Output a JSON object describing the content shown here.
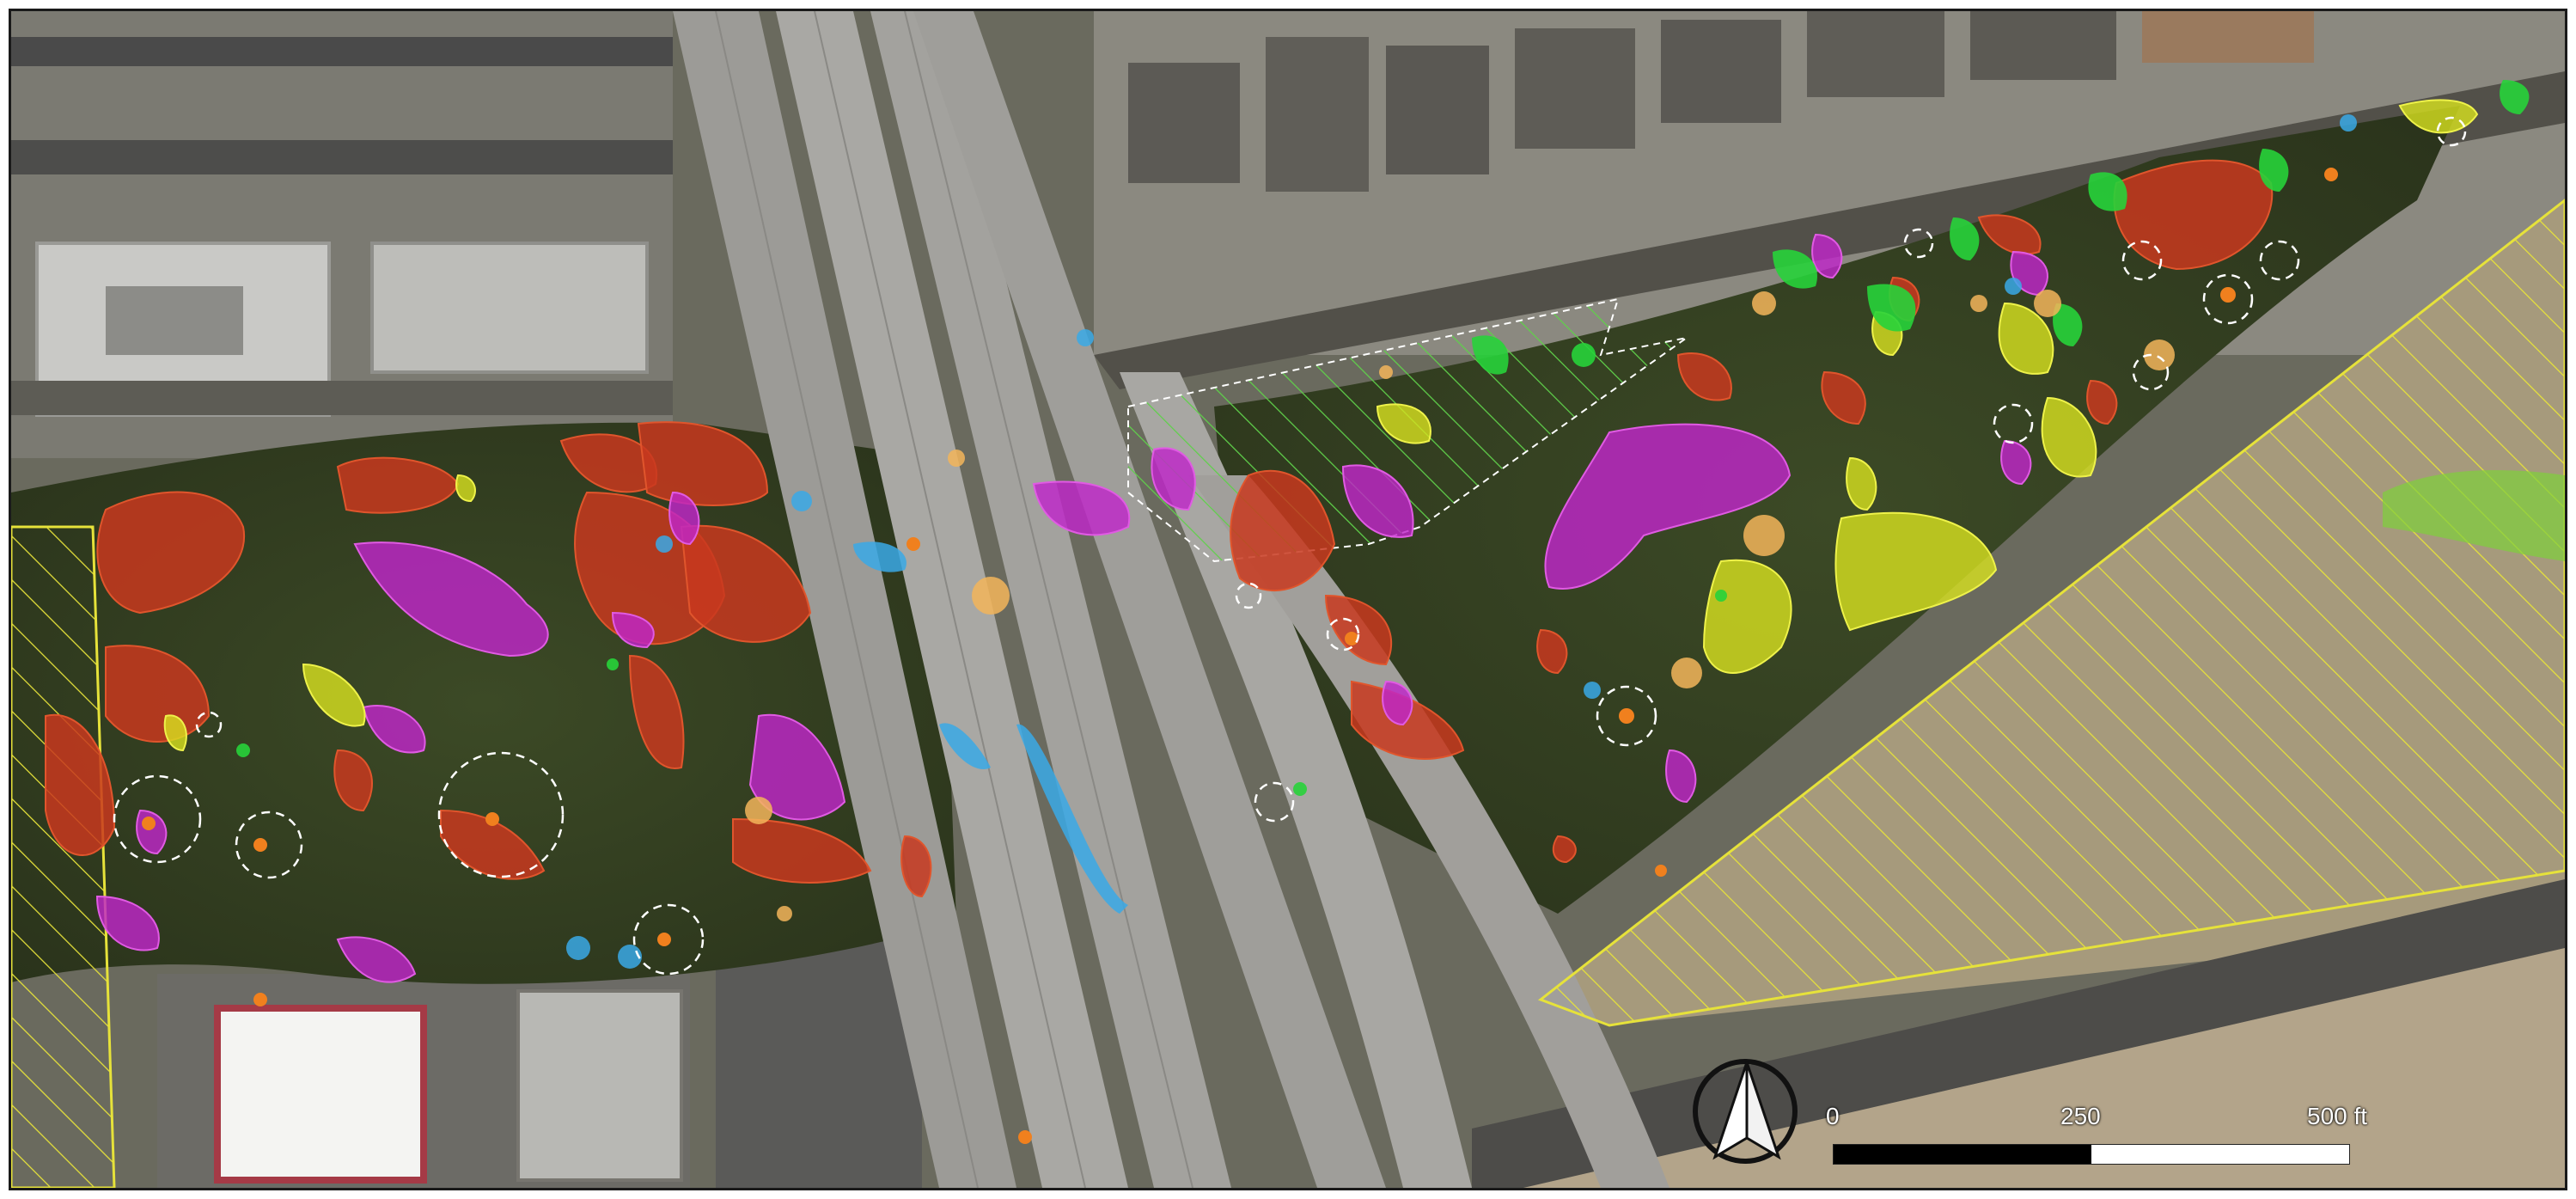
{
  "map": {
    "scale_bar": {
      "label_start": "0",
      "label_mid": "250",
      "label_end": "500 ft"
    },
    "north_arrow": {
      "icon": "north-arrow-icon"
    },
    "colors": {
      "red_orange_polygons": "#c8381e",
      "magenta_polygons": "#c026c9",
      "yellow_green_polygons": "#d8e21f",
      "bright_green_points": "#27d33a",
      "blue_features": "#3aa9e6",
      "orange_points": "#f0801e",
      "light_orange_points": "#f3b55a",
      "hatched_area_yellow": "#e6e23a",
      "hatched_area_green": "#5fd04a",
      "buffer_circles": "#ffffff"
    }
  }
}
